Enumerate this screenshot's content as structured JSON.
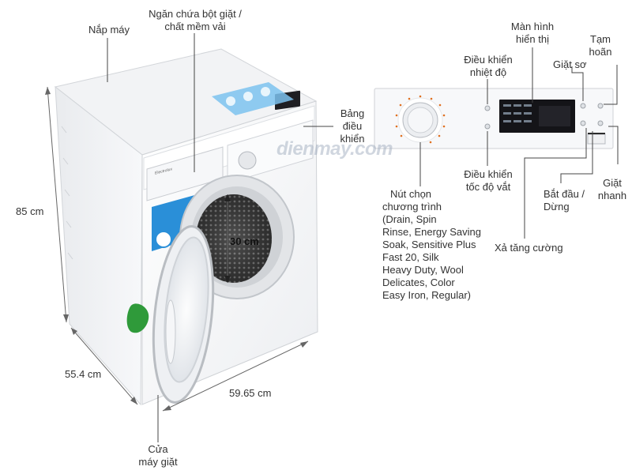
{
  "labels": {
    "lid": "Nắp máy",
    "detergent_drawer_line1": "Ngăn chứa bột giặt /",
    "detergent_drawer_line2": "chất mềm vải",
    "control_panel_line1": "Bảng",
    "control_panel_line2": "điều",
    "control_panel_line3": "khiển",
    "door_line1": "Cửa",
    "door_line2": "máy giặt",
    "display_line1": "Màn hình",
    "display_line2": "hiển thị",
    "temperature_line1": "Điều khiển",
    "temperature_line2": "nhiệt độ",
    "pause_line1": "Tạm",
    "pause_line2": "hoãn",
    "prewash": "Giặt sơ",
    "spin_speed_line1": "Điều khiển",
    "spin_speed_line2": "tốc độ vắt",
    "quick_wash_line1": "Giặt",
    "quick_wash_line2": "nhanh",
    "start_stop_line1": "Bắt đầu /",
    "start_stop_line2": "Dừng",
    "extra_rinse": "Xả tăng cường",
    "program_knob_lines": [
      "Nút chọn",
      "chương trình",
      "(Drain, Spin",
      "Rinse, Energy Saving",
      "Soak, Sensitive Plus",
      "Fast 20, Silk",
      "Heavy Duty, Wool",
      "Delicates, Color",
      "Easy Iron, Regular)"
    ]
  },
  "dimensions": {
    "height": "85 cm",
    "depth": "55.4 cm",
    "width": "59.65 cm",
    "drum": "30 cm"
  },
  "watermark": "dienmay.com",
  "machine_brand": "Electrolux",
  "colors": {
    "body": "#f4f5f7",
    "door_ring": "#d8dadd",
    "drum": "#3a3a3a",
    "blue_sticker": "#2a8fd8",
    "green_tag": "#2f9a3a",
    "leader_line": "#444444"
  }
}
